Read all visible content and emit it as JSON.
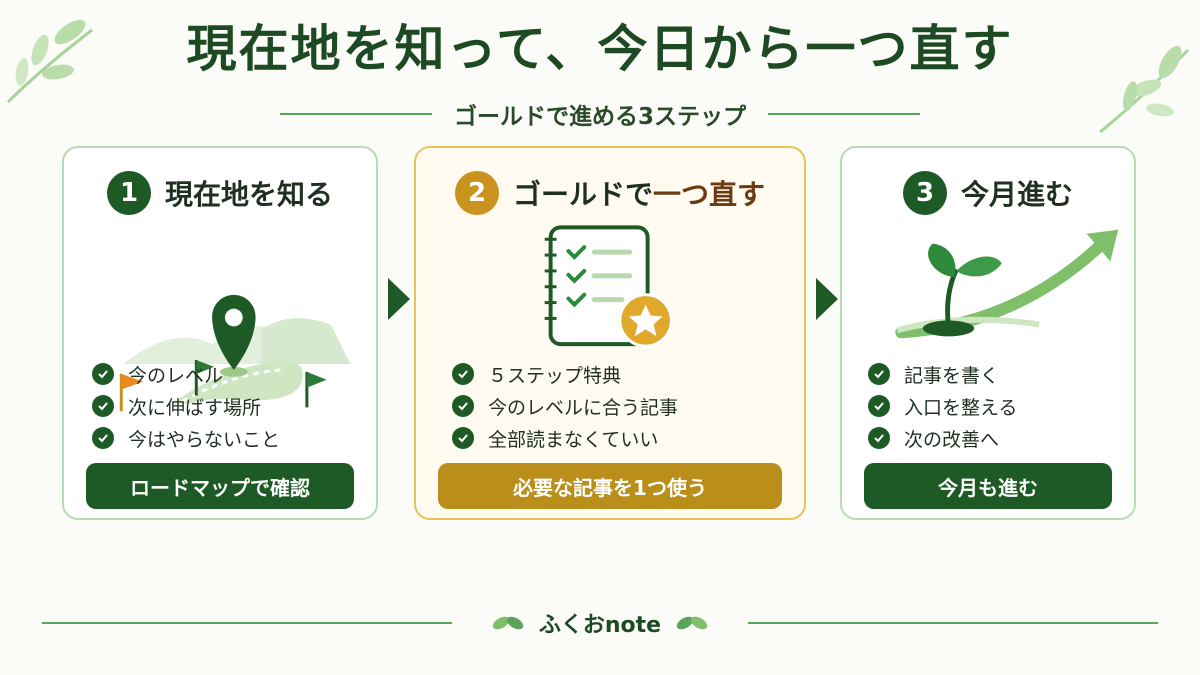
{
  "header": {
    "title": "現在地を知って、今日から一つ直す",
    "subtitle": "ゴールドで進める3ステップ"
  },
  "colors": {
    "green_dark": "#1d5a25",
    "green_light": "#8cc97a",
    "gold": "#c9931e",
    "gold_border": "#e8c35a"
  },
  "steps": [
    {
      "number": "1",
      "title": "現在地を知る",
      "icon": "map-pin-icon",
      "checklist": [
        "今のレベル",
        "次に伸ばす場所",
        "今はやらないこと"
      ],
      "button_label": "ロードマップで確認"
    },
    {
      "number": "2",
      "title_main": "ゴールドで",
      "title_accent": "一つ直す",
      "icon": "checklist-notebook-icon",
      "checklist": [
        "５ステップ特典",
        "今のレベルに合う記事",
        "全部読まなくていい"
      ],
      "button_label": "必要な記事を1つ使う"
    },
    {
      "number": "3",
      "title": "今月進む",
      "icon": "sprout-growth-icon",
      "checklist": [
        "記事を書く",
        "入口を整える",
        "次の改善へ"
      ],
      "button_label": "今月も進む"
    }
  ],
  "footer": {
    "brand": "ふくおnote"
  }
}
